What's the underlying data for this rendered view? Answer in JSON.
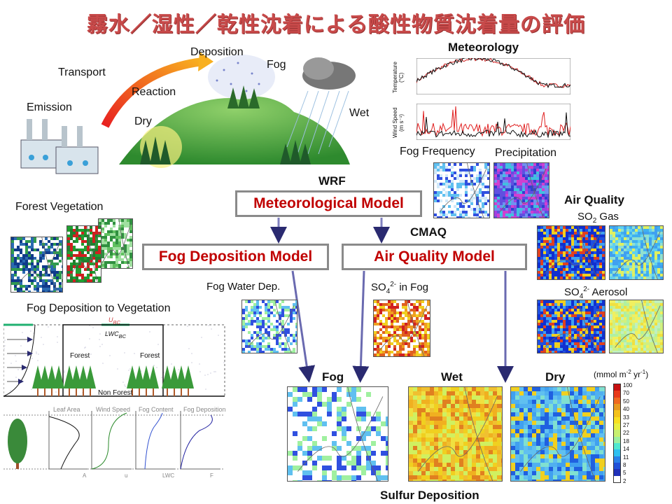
{
  "title": "霧水／湿性／乾性沈着による酸性物質沈着量の評価",
  "scene": {
    "emission": "Emission",
    "transport": "Transport",
    "reaction": "Reaction",
    "deposition": "Deposition",
    "fog": "Fog",
    "dry": "Dry",
    "wet": "Wet"
  },
  "meteorology": {
    "title": "Meteorology",
    "temp_ylabel": "Temperature",
    "temp_unit": "(°C)",
    "wind_ylabel": "Wind Speed",
    "wind_unit": "(m s⁻¹)",
    "fog_frequency": "Fog Frequency",
    "precipitation": "Precipitation"
  },
  "models": {
    "wrf": "WRF",
    "met_model": "Meteorological Model",
    "cmaq": "CMAQ",
    "fog_model": "Fog Deposition Model",
    "aq_model": "Air Quality Model"
  },
  "air_quality": {
    "title": "Air Quality",
    "so2": "SO",
    "so2_sub": "2",
    "so2_rest": " Gas",
    "aerosol": "SO",
    "aerosol_sub": "4",
    "aerosol_sup": "2-",
    "aerosol_rest": " Aerosol"
  },
  "left": {
    "forest_vegetation": "Forest Vegetation",
    "fog_dep_veg": "Fog Deposition to Vegetation",
    "u_bc": "U",
    "bc": "BC",
    "lwc_bc": "LWC",
    "forest1": "Forest",
    "forest2": "Forest",
    "non_forest": "Non Forest",
    "profiles": [
      "Leaf Area",
      "Wind Speed",
      "Fog Content",
      "Fog Deposition"
    ],
    "profile_axes": [
      "A",
      "u",
      "LWC",
      "F"
    ]
  },
  "intermediate": {
    "fog_water_dep": "Fog Water Dep.",
    "so4_fog": "SO",
    "so4_sub": "4",
    "so4_sup": "2-",
    "so4_rest": " in Fog"
  },
  "results": {
    "fog": "Fog",
    "wet": "Wet",
    "dry": "Dry",
    "caption": "Sulfur Deposition",
    "unit": "(mmol m",
    "unit_sup1": "-2",
    "unit_mid": " yr",
    "unit_sup2": "-1",
    "unit_end": ")"
  },
  "colorbar": {
    "ticks": [
      "100",
      "70",
      "50",
      "40",
      "33",
      "27",
      "22",
      "18",
      "14",
      "11",
      "8",
      "5",
      "2"
    ],
    "colors": [
      "#c81010",
      "#e83a1a",
      "#f06a20",
      "#e89a20",
      "#f4c21a",
      "#f8e020",
      "#e8f040",
      "#c8f070",
      "#9cf0a0",
      "#50e8d0",
      "#30c0f0",
      "#2a80e8",
      "#2050d8",
      "#2030b8",
      "#ffffff"
    ]
  },
  "colors": {
    "title": "#c84a4a",
    "model_text": "#c00000",
    "arrow": "#3a3a8a"
  }
}
